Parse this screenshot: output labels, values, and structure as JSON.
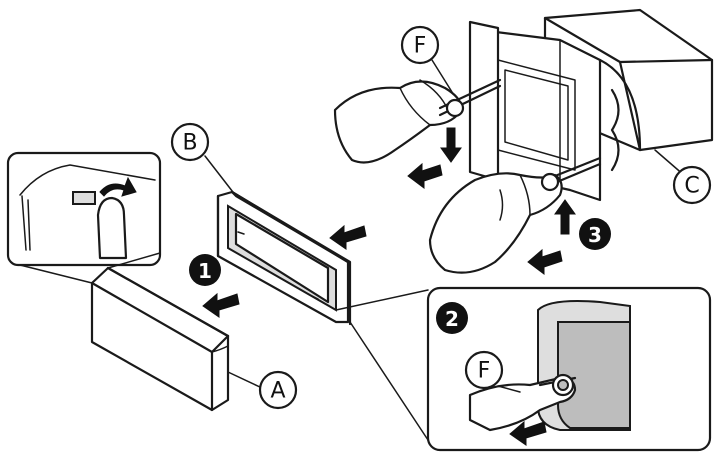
{
  "labels": {
    "A": "A",
    "B": "B",
    "C": "C",
    "F_top": "F",
    "F_inset": "F"
  },
  "steps": {
    "one": "1",
    "two": "2",
    "three": "3"
  }
}
